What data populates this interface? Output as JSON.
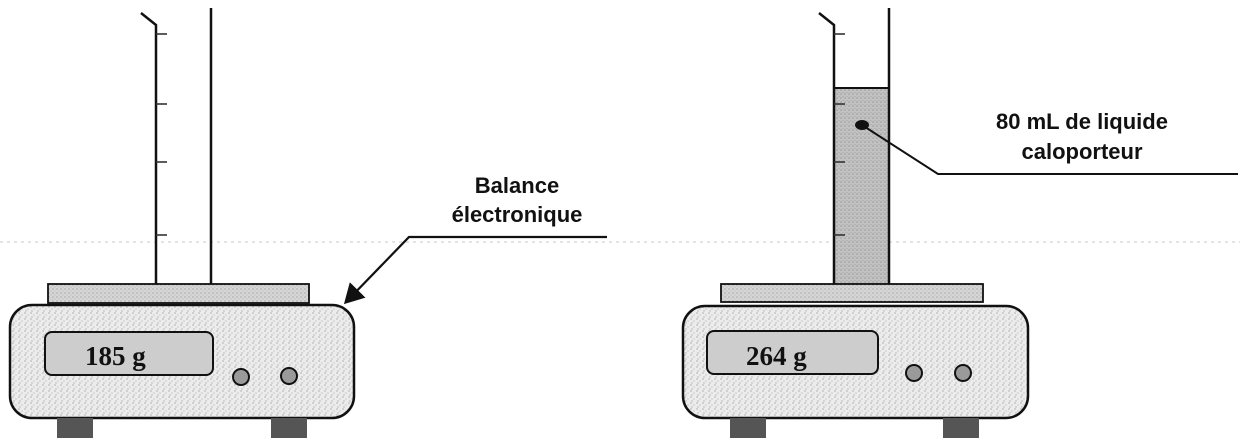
{
  "left_setup": {
    "display_value": "185 g"
  },
  "right_setup": {
    "display_value": "264 g",
    "liquid_label_line1": "80 mL de liquide",
    "liquid_label_line2": "caloporteur"
  },
  "balance_label": {
    "line1": "Balance",
    "line2": "électronique"
  },
  "colors": {
    "outline": "#111111",
    "plate_fill": "#cfcfcf",
    "display_fill": "#c9c9c9",
    "body_speckle": "#dcdcdc",
    "liquid_fill": "#b5b5b5",
    "feet_fill": "#555555"
  },
  "icons": [
    "knob-icon",
    "arrow-icon",
    "pointer-dot-icon"
  ]
}
